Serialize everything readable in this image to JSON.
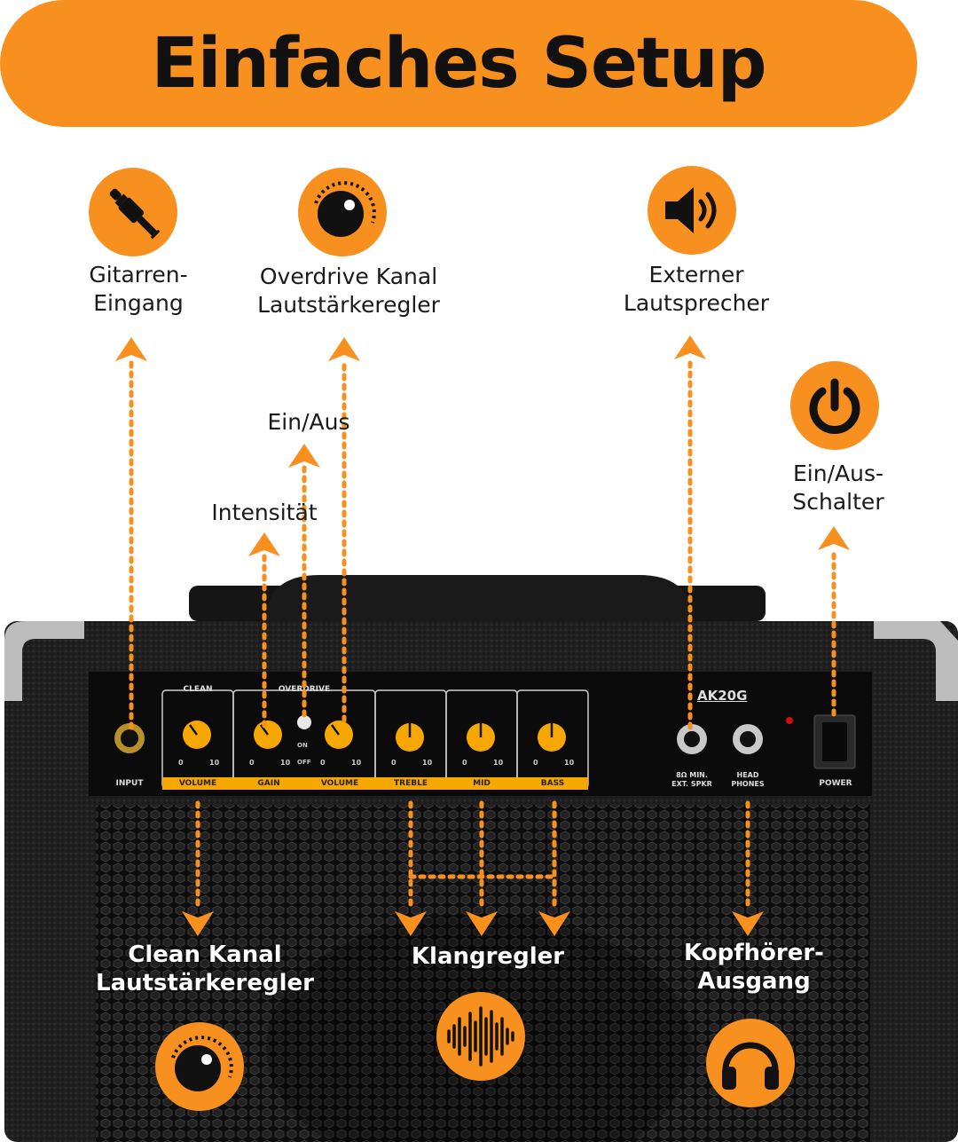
{
  "title": "Einfaches Setup",
  "labels": {
    "input": "Gitarren-\nEingang",
    "overdrive_volume": "Overdrive Kanal\nLautstärkeregler",
    "external_speaker": "Externer\nLautsprecher",
    "on_off": "Ein/Aus",
    "intensity": "Intensität",
    "power_switch": "Ein/Aus-\nSchalter",
    "clean_volume": "Clean Kanal\nLautstärkeregler",
    "tone_controls": "Klangregler",
    "headphones": "Kopfhörer-\nAusgang"
  },
  "panel": {
    "model": "AK20G",
    "section_clean": "CLEAN",
    "section_overdrive": "OVERDRIVE",
    "input": "INPUT",
    "knobs": [
      "VOLUME",
      "GAIN",
      "VOLUME",
      "TREBLE",
      "MID",
      "BASS"
    ],
    "scale_min": "0",
    "scale_max": "10",
    "switch_on": "ON",
    "switch_off": "OFF",
    "speaker_out": "8Ω MIN.\nEXT. SPKR",
    "headphones_out": "HEAD\nPHONES",
    "power": "POWER"
  },
  "icons": {
    "input": "guitar-jack-icon",
    "overdrive": "volume-knob-icon",
    "speaker": "speaker-sound-icon",
    "power": "power-icon",
    "clean": "volume-knob-icon",
    "tone": "sound-wave-icon",
    "headphones": "headphones-icon"
  },
  "colors": {
    "accent": "#f7901e",
    "knob": "#f7a800",
    "amp_body": "#1c1c1c",
    "text": "#111111"
  }
}
